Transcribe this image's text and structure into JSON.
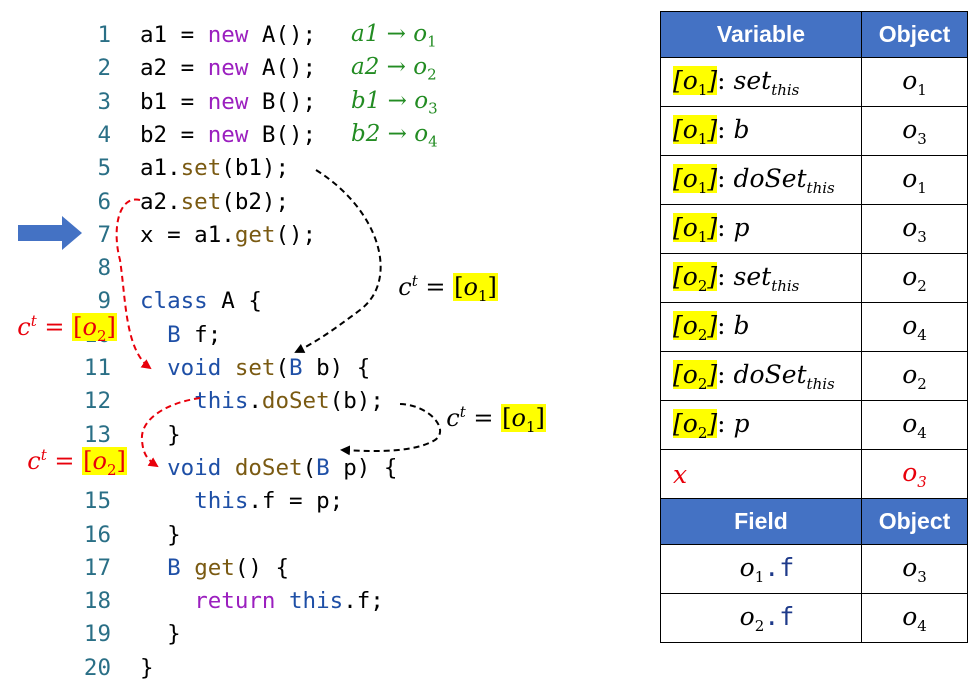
{
  "code": {
    "lines": [
      {
        "num": "1",
        "parts": [
          [
            "a1 = ",
            ""
          ],
          [
            "new",
            "kw"
          ],
          [
            " A(); ",
            ""
          ]
        ]
      },
      {
        "num": "2",
        "parts": [
          [
            "a2 = ",
            ""
          ],
          [
            "new",
            "kw"
          ],
          [
            " A(); ",
            ""
          ]
        ]
      },
      {
        "num": "3",
        "parts": [
          [
            "b1 = ",
            ""
          ],
          [
            "new",
            "kw"
          ],
          [
            " B(); ",
            ""
          ]
        ]
      },
      {
        "num": "4",
        "parts": [
          [
            "b2 = ",
            ""
          ],
          [
            "new",
            "kw"
          ],
          [
            " B(); ",
            ""
          ]
        ]
      },
      {
        "num": "5",
        "parts": [
          [
            "a1.",
            ""
          ],
          [
            "set",
            "fn"
          ],
          [
            "(b1);",
            ""
          ]
        ]
      },
      {
        "num": "6",
        "parts": [
          [
            "a2.",
            ""
          ],
          [
            "set",
            "fn"
          ],
          [
            "(b2);",
            ""
          ]
        ]
      },
      {
        "num": "7",
        "parts": [
          [
            "x = a1.",
            ""
          ],
          [
            "get",
            "fn"
          ],
          [
            "();",
            ""
          ]
        ]
      },
      {
        "num": "8",
        "parts": []
      },
      {
        "num": "9",
        "parts": [
          [
            "class",
            "ty"
          ],
          [
            " A {",
            ""
          ]
        ]
      },
      {
        "num": "10",
        "parts": [
          [
            "  ",
            ""
          ],
          [
            "B",
            "ty"
          ],
          [
            " f;",
            ""
          ]
        ]
      },
      {
        "num": "11",
        "parts": [
          [
            "  ",
            ""
          ],
          [
            "void",
            "ty"
          ],
          [
            " ",
            ""
          ],
          [
            "set",
            "fn"
          ],
          [
            "(",
            ""
          ],
          [
            "B",
            "ty"
          ],
          [
            " b) {",
            ""
          ]
        ]
      },
      {
        "num": "12",
        "parts": [
          [
            "    ",
            ""
          ],
          [
            "this",
            "ty"
          ],
          [
            ".",
            ""
          ],
          [
            "doSet",
            "fn"
          ],
          [
            "(b);",
            ""
          ]
        ]
      },
      {
        "num": "13",
        "parts": [
          [
            "  }",
            ""
          ]
        ]
      },
      {
        "num": "14",
        "parts": [
          [
            "  ",
            ""
          ],
          [
            "void",
            "ty"
          ],
          [
            " ",
            ""
          ],
          [
            "doSet",
            "fn"
          ],
          [
            "(",
            ""
          ],
          [
            "B",
            "ty"
          ],
          [
            " p) {",
            ""
          ]
        ]
      },
      {
        "num": "15",
        "parts": [
          [
            "    ",
            ""
          ],
          [
            "this",
            "ty"
          ],
          [
            ".f = p;",
            ""
          ]
        ]
      },
      {
        "num": "16",
        "parts": [
          [
            "  }",
            ""
          ]
        ]
      },
      {
        "num": "17",
        "parts": [
          [
            "  ",
            ""
          ],
          [
            "B",
            "ty"
          ],
          [
            " ",
            ""
          ],
          [
            "get",
            "fn"
          ],
          [
            "() {",
            ""
          ]
        ]
      },
      {
        "num": "18",
        "parts": [
          [
            "    ",
            ""
          ],
          [
            "return",
            "kw"
          ],
          [
            " ",
            ""
          ],
          [
            "this",
            "ty"
          ],
          [
            ".f;",
            ""
          ]
        ]
      },
      {
        "num": "19",
        "parts": [
          [
            "  }",
            ""
          ]
        ]
      },
      {
        "num": "20",
        "parts": [
          [
            "}",
            ""
          ]
        ]
      }
    ],
    "comments": [
      {
        "var": "a1",
        "arrow": "→",
        "obj": "o",
        "sub": "1"
      },
      {
        "var": "a2",
        "arrow": "→",
        "obj": "o",
        "sub": "2"
      },
      {
        "var": "b1",
        "arrow": "→",
        "obj": "o",
        "sub": "3"
      },
      {
        "var": "b2",
        "arrow": "→",
        "obj": "o",
        "sub": "4"
      }
    ]
  },
  "contexts": {
    "ctx_o1_top": {
      "c": "c",
      "sup": "t",
      "eq": " = ",
      "obj": "o",
      "sub": "1"
    },
    "ctx_o2_top": {
      "c": "c",
      "sup": "t",
      "eq": " = ",
      "obj": "o",
      "sub": "2"
    },
    "ctx_o1_mid": {
      "c": "c",
      "sup": "t",
      "eq": " = ",
      "obj": "o",
      "sub": "1"
    },
    "ctx_o2_mid": {
      "c": "c",
      "sup": "t",
      "eq": " = ",
      "obj": "o",
      "sub": "2"
    }
  },
  "colors": {
    "header_bg": "#4472c4",
    "highlight": "#ffff00",
    "red": "#e8000b",
    "green": "#238c23",
    "arrow_blue": "#4472c4"
  },
  "table": {
    "var_header": "Variable",
    "obj_header": "Object",
    "field_header": "Field",
    "field_obj_header": "Object",
    "var_rows": [
      {
        "ctx": "o",
        "ctx_sub": "1",
        "name": "set",
        "name_sub": "this",
        "obj": "o",
        "obj_sub": "1"
      },
      {
        "ctx": "o",
        "ctx_sub": "1",
        "name": "b",
        "name_sub": "",
        "obj": "o",
        "obj_sub": "3"
      },
      {
        "ctx": "o",
        "ctx_sub": "1",
        "name": "doSet",
        "name_sub": "this",
        "obj": "o",
        "obj_sub": "1"
      },
      {
        "ctx": "o",
        "ctx_sub": "1",
        "name": "p",
        "name_sub": "",
        "obj": "o",
        "obj_sub": "3"
      },
      {
        "ctx": "o",
        "ctx_sub": "2",
        "name": "set",
        "name_sub": "this",
        "obj": "o",
        "obj_sub": "2"
      },
      {
        "ctx": "o",
        "ctx_sub": "2",
        "name": "b",
        "name_sub": "",
        "obj": "o",
        "obj_sub": "4"
      },
      {
        "ctx": "o",
        "ctx_sub": "2",
        "name": "doSet",
        "name_sub": "this",
        "obj": "o",
        "obj_sub": "2"
      },
      {
        "ctx": "o",
        "ctx_sub": "2",
        "name": "p",
        "name_sub": "",
        "obj": "o",
        "obj_sub": "4"
      }
    ],
    "x_row": {
      "name": "x",
      "obj": "o",
      "obj_sub": "3"
    },
    "field_rows": [
      {
        "obj": "o",
        "obj_sub": "1",
        "field": ".f",
        "val": "o",
        "val_sub": "3"
      },
      {
        "obj": "o",
        "obj_sub": "2",
        "field": ".f",
        "val": "o",
        "val_sub": "4"
      }
    ]
  }
}
